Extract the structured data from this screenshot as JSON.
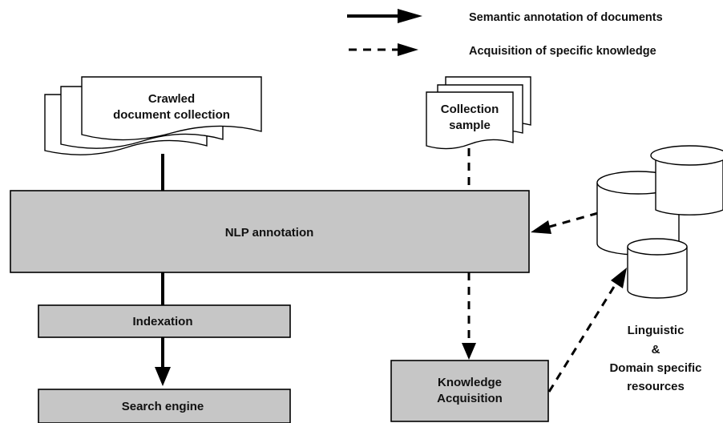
{
  "legend": {
    "solid_label": "Semantic annotation of documents",
    "dashed_label": "Acquisition of specific knowledge"
  },
  "nodes": {
    "crawled": [
      "Crawled",
      "document collection"
    ],
    "sample": [
      "Collection",
      "sample"
    ],
    "nlp": "NLP annotation",
    "indexation": "Indexation",
    "search": "Search engine",
    "knowledge": [
      "Knowledge",
      "Acquisition"
    ],
    "resources": [
      "Linguistic",
      "&",
      "Domain specific",
      "resources"
    ]
  },
  "colors": {
    "box_fill": "#c6c6c6",
    "stroke": "#000000",
    "background": "#ffffff"
  }
}
